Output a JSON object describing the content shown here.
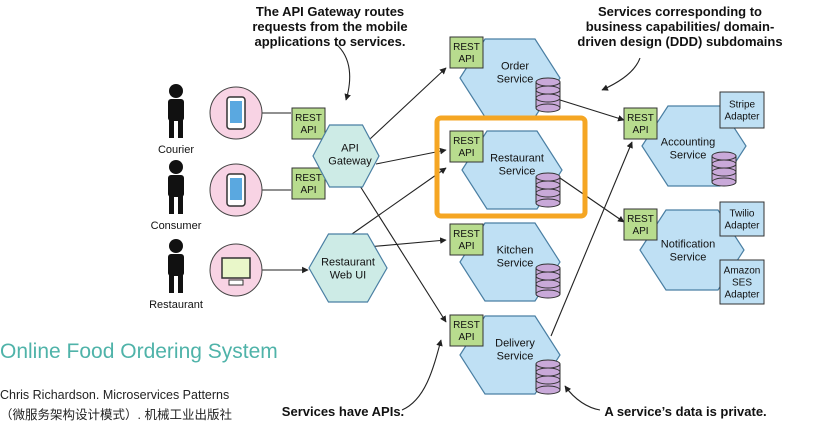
{
  "annotations": {
    "gateway_note": "The API Gateway routes requests from the mobile applications to services.",
    "services_note": "Services corresponding to business capabilities/ domain-driven design (DDD) subdomains",
    "apis_note": "Services have APIs.",
    "private_note": "A service’s data is private."
  },
  "clients": [
    "Courier",
    "Consumer",
    "Restaurant"
  ],
  "gateway": "API Gateway",
  "web_ui": "Restaurant Web UI",
  "rest_api": "REST API",
  "services": [
    "Order Service",
    "Restaurant Service",
    "Kitchen Service",
    "Delivery Service",
    "Accounting Service",
    "Notification Service"
  ],
  "adapters": [
    "Stripe Adapter",
    "Twilio Adapter",
    "Amazon SES Adapter"
  ],
  "footer": {
    "title": "Online Food Ordering System",
    "citation_line1": "Chris Richardson. Microservices Patterns",
    "citation_line2": "（微服务架构设计模式）. 机械工业出版社"
  },
  "colors": {
    "hex_fill": "#bfe0f4",
    "gateway_fill": "#cdebe6",
    "api_fill": "#b8dc8e",
    "db_fill": "#c9a9d9",
    "phone_fill": "#f8d3e4",
    "highlight": "#f5a623",
    "title": "#4fb3a9"
  }
}
